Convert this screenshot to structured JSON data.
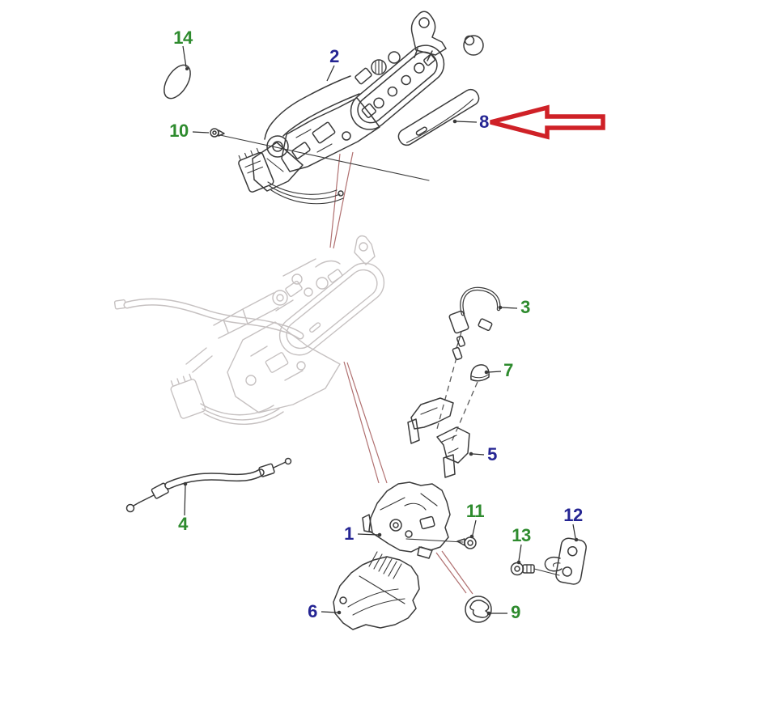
{
  "diagram": {
    "kind": "exploded-parts-diagram",
    "palette": {
      "label_green": "#2e8b2e",
      "label_navy": "#252593",
      "arrow_red": "#cf2127",
      "link_red": "#b07070",
      "ink": "#3a3a3a",
      "ghost": "#c6c1c1",
      "background": "#ffffff"
    },
    "callouts": [
      {
        "number": "1",
        "color": "label_navy"
      },
      {
        "number": "2",
        "color": "label_navy"
      },
      {
        "number": "3",
        "color": "label_green"
      },
      {
        "number": "4",
        "color": "label_green"
      },
      {
        "number": "5",
        "color": "label_navy"
      },
      {
        "number": "6",
        "color": "label_navy"
      },
      {
        "number": "7",
        "color": "label_green"
      },
      {
        "number": "8",
        "color": "label_navy"
      },
      {
        "number": "9",
        "color": "label_green"
      },
      {
        "number": "10",
        "color": "label_green"
      },
      {
        "number": "11",
        "color": "label_green"
      },
      {
        "number": "12",
        "color": "label_navy"
      },
      {
        "number": "13",
        "color": "label_green"
      },
      {
        "number": "14",
        "color": "label_green"
      }
    ],
    "annotation_arrow": {
      "shape": "outlined-block-arrow",
      "direction": "left",
      "color": "#cf2127",
      "points_to_callout": "8"
    }
  }
}
